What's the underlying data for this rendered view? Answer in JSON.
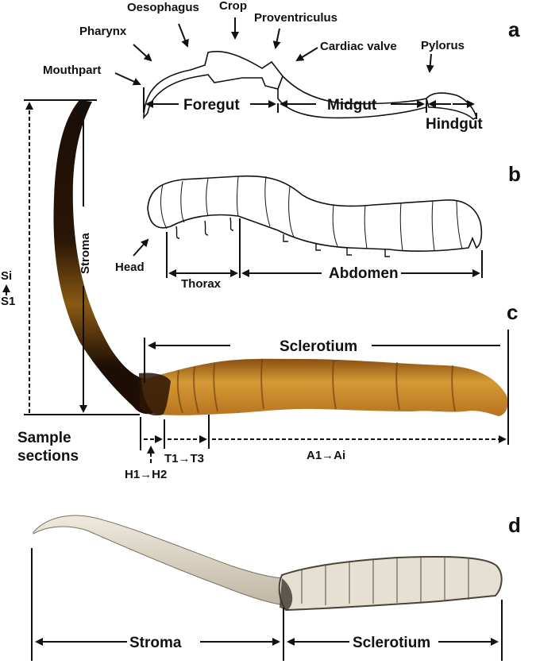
{
  "panels": {
    "a": {
      "letter": "a",
      "labels": {
        "oesophagus": "Oesophagus",
        "crop": "Crop",
        "proventriculus": "Proventriculus",
        "pharynx": "Pharynx",
        "cardiac_valve": "Cardiac valve",
        "pylorus": "Pylorus",
        "mouthpart": "Mouthpart",
        "foregut": "Foregut",
        "midgut": "Midgut",
        "hindgut": "Hindgut"
      }
    },
    "b": {
      "letter": "b",
      "labels": {
        "head": "Head",
        "thorax": "Thorax",
        "abdomen": "Abdomen"
      }
    },
    "c": {
      "letter": "c",
      "labels": {
        "stroma": "Stroma",
        "sclerotium": "Sclerotium",
        "si": "Si",
        "s1": "S1",
        "sample_sections_1": "Sample",
        "sample_sections_2": "sections",
        "h": "H1→H2",
        "t": "T1→T3",
        "a": "A1→Ai"
      },
      "colors": {
        "stroma": "#1a0d05",
        "sclerotium": "#c98a2a"
      }
    },
    "d": {
      "letter": "d",
      "labels": {
        "stroma": "Stroma",
        "sclerotium": "Sclerotium"
      },
      "colors": {
        "stroma": "#d8d2c2",
        "sclerotium": "#cfc8b8"
      }
    }
  }
}
